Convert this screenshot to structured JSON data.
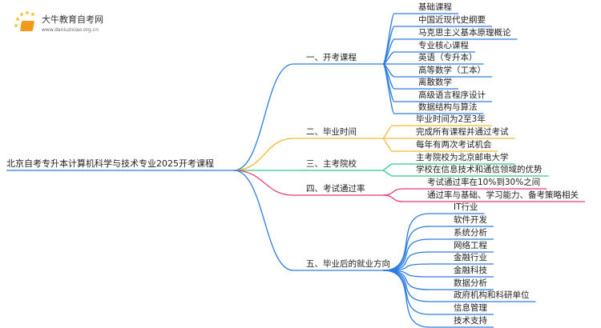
{
  "logo": {
    "name": "大牛教育自考网",
    "url": "www.daniuzixiao.org.cn"
  },
  "root": "北京自考专升本计算机科学与技术专业2025开考课程",
  "branches": [
    {
      "label": "一、开考课程",
      "color": "#2a7de1",
      "leaves": [
        "基础课程",
        "中国近现代史纲要",
        "马克思主义基本原理概论",
        "专业核心课程",
        "英语（专升本）",
        "高等数学（工本）",
        "离散数学",
        "高级语言程序设计",
        "数据结构与算法"
      ]
    },
    {
      "label": "二、毕业时间",
      "color": "#f5b731",
      "leaves": [
        "毕业时间为2至3年",
        "完成所有课程并通过考试",
        "每年有两次考试机会"
      ]
    },
    {
      "label": "三、主考院校",
      "color": "#2ec987",
      "leaves": [
        "主考院校为北京邮电大学",
        "学校在信息技术和通信领域的优势"
      ]
    },
    {
      "label": "四、考试通过率",
      "color": "#e8397a",
      "leaves": [
        "考试通过率在10%到30%之间",
        "通过率与基础、学习能力、备考策略相关"
      ]
    },
    {
      "label": "五、毕业后的就业方向",
      "color": "#2a7de1",
      "leaves": [
        "IT行业",
        "软件开发",
        "系统分析",
        "网络工程",
        "金融行业",
        "金融科技",
        "数据分析",
        "政府机构和科研单位",
        "信息管理",
        "技术支持"
      ]
    }
  ]
}
